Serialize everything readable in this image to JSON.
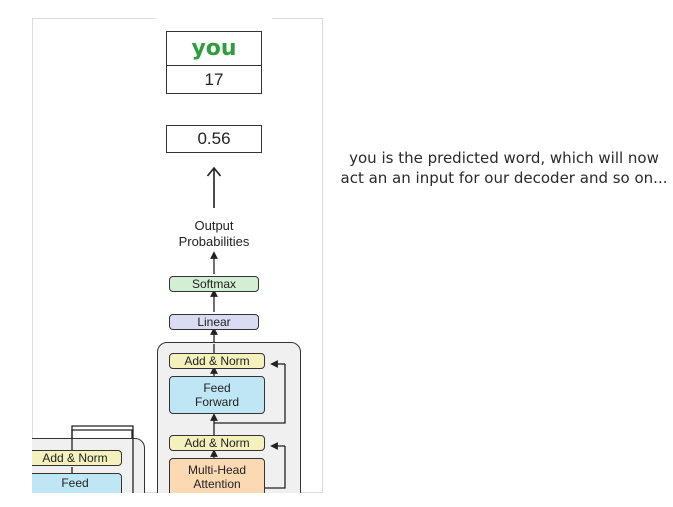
{
  "output": {
    "word": "you",
    "token_id": "17",
    "probability": "0.56"
  },
  "diagram": {
    "output_probabilities_line1": "Output",
    "output_probabilities_line2": "Probabilities",
    "softmax": "Softmax",
    "linear": "Linear",
    "decoder": {
      "add_norm_top": "Add & Norm",
      "feed_forward_line1": "Feed",
      "feed_forward_line2": "Forward",
      "add_norm_mid": "Add & Norm",
      "mha_line1": "Multi-Head",
      "mha_line2": "Attention"
    },
    "encoder": {
      "add_norm": "Add & Norm",
      "feed": "Feed"
    }
  },
  "caption": "you is the predicted word, which will now act an an input for our decoder and so on..."
}
